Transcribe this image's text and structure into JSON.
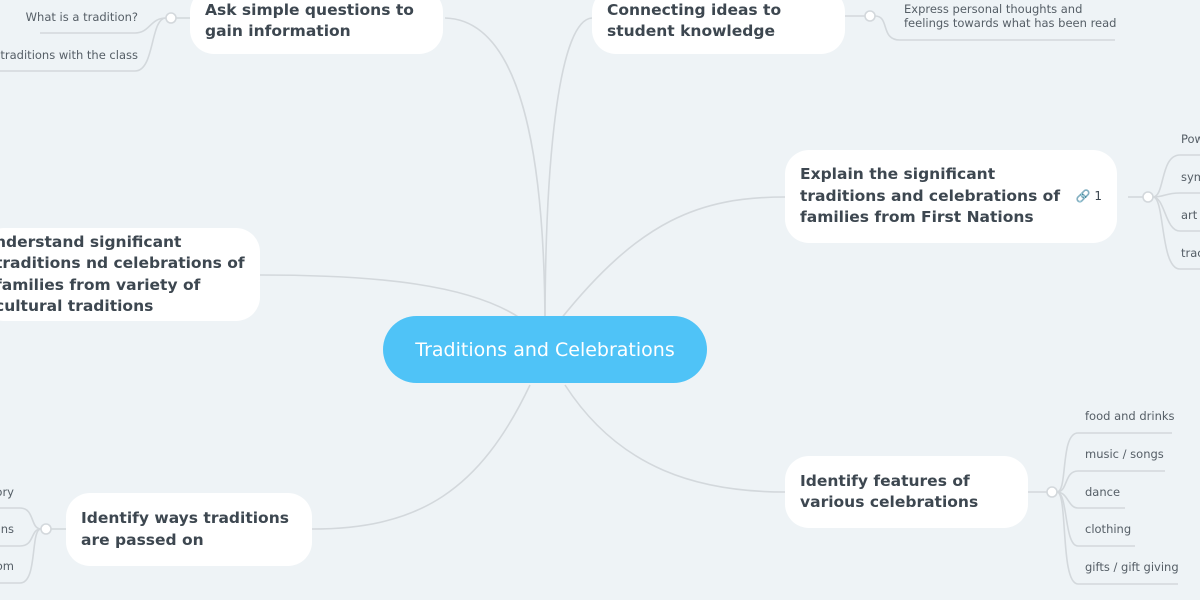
{
  "central": "Traditions and Celebrations",
  "branches": {
    "ask": {
      "label": "Ask simple questions to gain information",
      "leaves": [
        "What is a tradition?",
        "ng traditions with the class"
      ]
    },
    "connect": {
      "label": "Connecting ideas to student knowledge",
      "leaves": [
        "Express personal thoughts and feelings towards what has been read"
      ]
    },
    "explain": {
      "label": "Explain the significant traditions and celebrations of families from First Nations",
      "link_count": "1",
      "leaves": [
        "Pow",
        "sym",
        "art",
        "trac"
      ]
    },
    "understand": {
      "label": "nderstand significant traditions nd celebrations of families from variety of cultural traditions"
    },
    "features": {
      "label": "Identify features of various celebrations",
      "leaves": [
        "food and drinks",
        "music / songs",
        "dance",
        "clothing",
        "gifts / gift giving"
      ]
    },
    "ways": {
      "label": "Identify ways traditions are passed on",
      "leaves": [
        "ory",
        "ons",
        "om"
      ]
    }
  },
  "colors": {
    "central": "#4fc3f7",
    "background": "#eef3f6",
    "connector": "#cfd5da"
  }
}
